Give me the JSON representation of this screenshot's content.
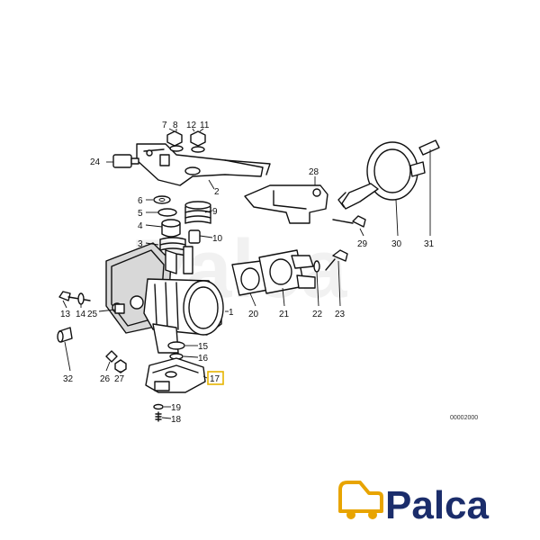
{
  "diagram": {
    "labels": {
      "l1": "1",
      "l2": "2",
      "l3": "3",
      "l4": "4",
      "l5": "5",
      "l6": "6",
      "l7": "7",
      "l8": "8",
      "l9": "9",
      "l10": "10",
      "l11": "11",
      "l12": "12",
      "l13": "13",
      "l14": "14",
      "l15": "15",
      "l16": "16",
      "l17": "17",
      "l18": "18",
      "l19": "19",
      "l20": "20",
      "l21": "21",
      "l22": "22",
      "l23": "23",
      "l24": "24",
      "l25": "25",
      "l26": "26",
      "l27": "27",
      "l28": "28",
      "l29": "29",
      "l30": "30",
      "l31": "31",
      "l32": "32"
    },
    "highlighted_label": "17",
    "reference_code": "00002000",
    "highlight_color": "#e6b400"
  },
  "brand": {
    "name": "Palca",
    "logo_color": "#e8a400",
    "text_color": "#1b2d6b"
  }
}
